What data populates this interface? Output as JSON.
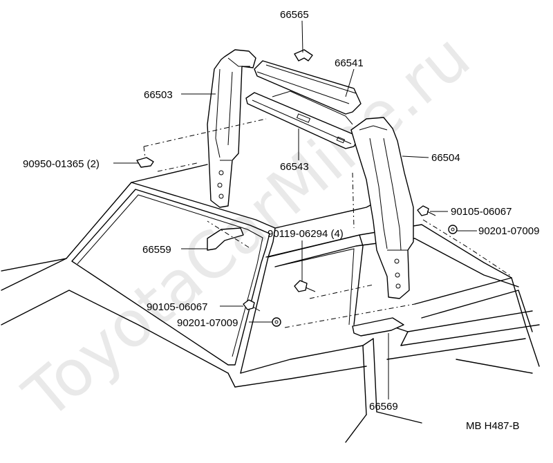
{
  "watermark": "ToyotaCarMine.ru",
  "labels": {
    "p66565": "66565",
    "p66541": "66541",
    "p66503": "66503",
    "p66543": "66543",
    "p66504": "66504",
    "p90950": "90950-01365 (2)",
    "p90105_right": "90105-06067",
    "p90201_right": "90201-07009",
    "p90119": "90119-06294 (4)",
    "p66559": "66559",
    "p90105_left": "90105-06067",
    "p90201_left": "90201-07009",
    "p66569": "66569",
    "ref_code": "MB  H487-B"
  }
}
